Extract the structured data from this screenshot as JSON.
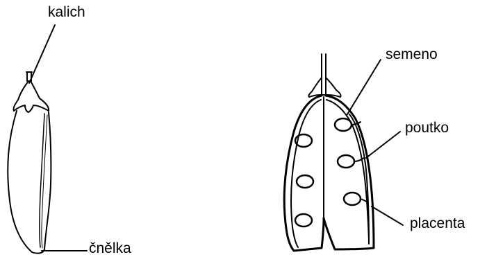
{
  "labels": {
    "kalich": "kalich",
    "cnelka": "čnělka",
    "semeno": "semeno",
    "poutko": "poutko",
    "placenta": "placenta"
  },
  "colors": {
    "ink": "#000000",
    "background": "#ffffff"
  }
}
